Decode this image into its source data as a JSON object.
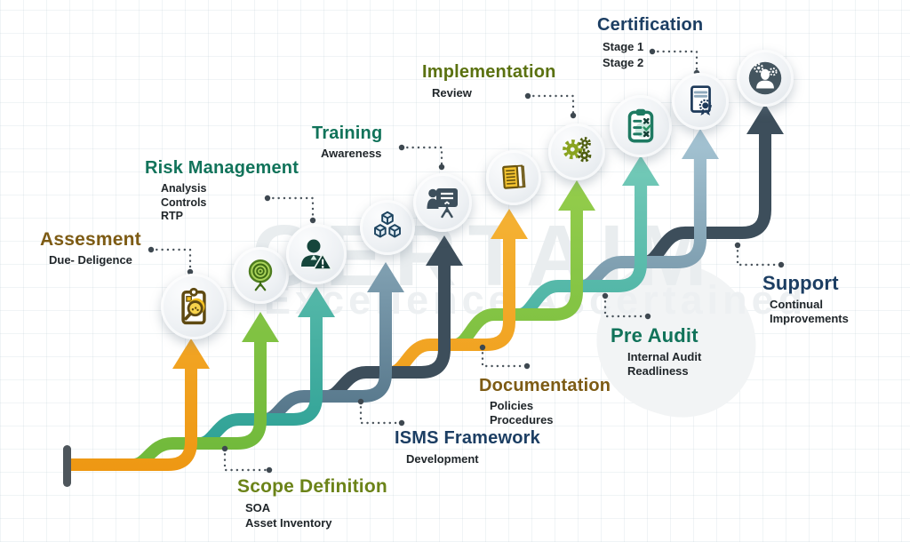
{
  "watermark": {
    "brand": "CERTAIM",
    "tagline": "Excellence Ascertained"
  },
  "colors": {
    "orange": "#f0a127",
    "lime_green": "#86c442",
    "teal": "#49b8a5",
    "steel_blue": "#7da3b8",
    "dark_slate": "#3d4e5b",
    "heading_brown": "#7d5b14",
    "heading_teal": "#11735a",
    "heading_olive": "#5a7110",
    "heading_navy": "#1c3e63",
    "connector_dot": "#3e4850"
  },
  "steps": [
    {
      "order": 1,
      "title": "Assesment",
      "lines": [
        "Due- Deligence"
      ],
      "title_color": "#7d5b14",
      "arrow_color": "#f0a127",
      "icon": "clipboard-audit-icon"
    },
    {
      "order": 2,
      "title": "Scope Definition",
      "lines": [
        "SOA",
        "Asset Inventory"
      ],
      "title_color": "#6b8318",
      "arrow_color": "#86c442",
      "icon": "target-icon"
    },
    {
      "order": 3,
      "title": "Risk Management",
      "lines": [
        "Analysis",
        "Controls",
        "RTP"
      ],
      "title_color": "#11735a",
      "arrow_color": "#49b8a5",
      "icon": "risk-person-icon"
    },
    {
      "order": 4,
      "title": "ISMS Framework",
      "lines": [
        "Development"
      ],
      "title_color": "#1c3e63",
      "arrow_color": "#7da3b8",
      "icon": "cubes-icon"
    },
    {
      "order": 5,
      "title": "Training",
      "lines": [
        "Awareness"
      ],
      "title_color": "#11735a",
      "arrow_color": "#3d4e5b",
      "icon": "presentation-icon"
    },
    {
      "order": 6,
      "title": "Documentation",
      "lines": [
        "Policies",
        "Procedures"
      ],
      "title_color": "#7d5b14",
      "arrow_color": "#f0a127",
      "icon": "documents-icon"
    },
    {
      "order": 7,
      "title": "Implementation",
      "lines": [
        "Review"
      ],
      "title_color": "#5a7110",
      "arrow_color": "#86c442",
      "icon": "gears-icon"
    },
    {
      "order": 8,
      "title": "Pre Audit",
      "lines": [
        "Internal Audit",
        "Readliness"
      ],
      "title_color": "#11735a",
      "arrow_color": "#49b8a5",
      "icon": "checklist-icon"
    },
    {
      "order": 9,
      "title": "Certification",
      "lines": [
        "Stage 1",
        "Stage 2"
      ],
      "title_color": "#1c3e63",
      "arrow_color": "#7da3b8",
      "icon": "certificate-icon"
    },
    {
      "order": 10,
      "title": "Support",
      "lines": [
        "Continual",
        "Improvements"
      ],
      "title_color": "#1c3e63",
      "arrow_color": "#3d4e5b",
      "icon": "team-icon"
    }
  ]
}
